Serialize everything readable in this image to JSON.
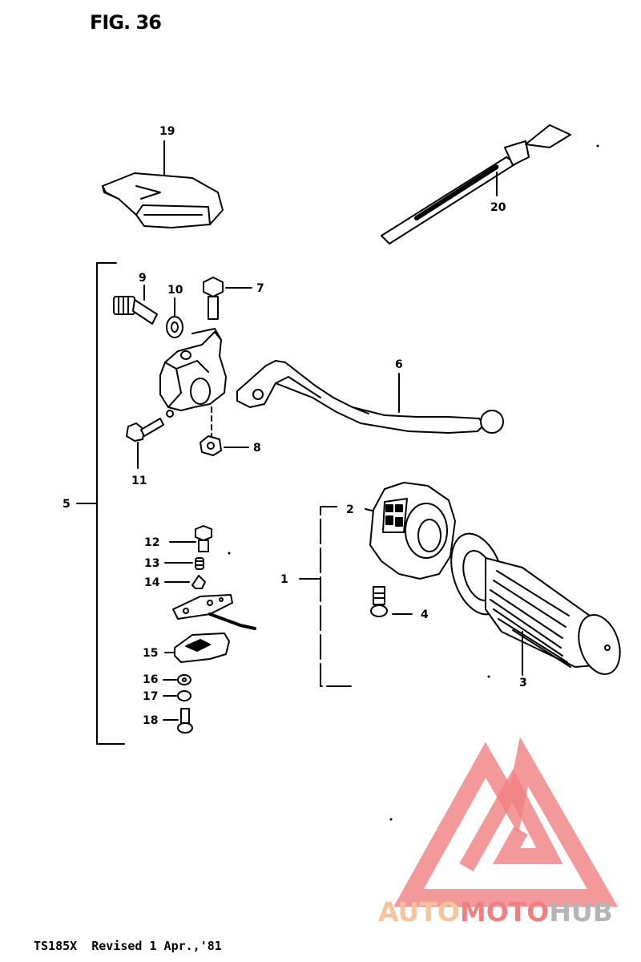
{
  "figure": {
    "title": "FIG. 36"
  },
  "footer": {
    "model": "TS185X",
    "revision": "Revised 1 Apr.,'81"
  },
  "callouts": {
    "c1": "1",
    "c2": "2",
    "c3": "3",
    "c4": "4",
    "c5": "5",
    "c6": "6",
    "c7": "7",
    "c8": "8",
    "c9": "9",
    "c10": "10",
    "c11": "11",
    "c12": "12",
    "c13": "13",
    "c14": "14",
    "c15": "15",
    "c16": "16",
    "c17": "17",
    "c18": "18",
    "c19": "19",
    "c20": "20"
  },
  "watermark": {
    "part1": "AUTO",
    "part2": "MOTO",
    "part3": "HUB",
    "color_light": "#f7c49a",
    "color_red": "#f08080",
    "color_gray": "#b5b5b5"
  }
}
